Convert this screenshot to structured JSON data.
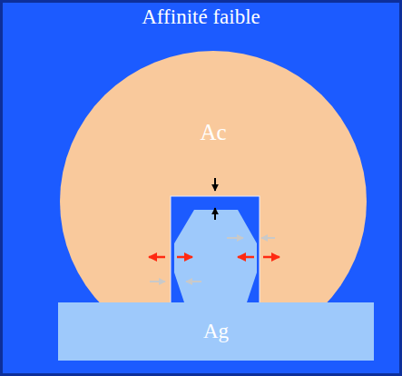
{
  "diagram": {
    "title": "Affinité faible",
    "nodes": [
      {
        "text": [
          "Ac"
        ]
      },
      {
        "text": [
          "Ag"
        ]
      }
    ]
  }
}
